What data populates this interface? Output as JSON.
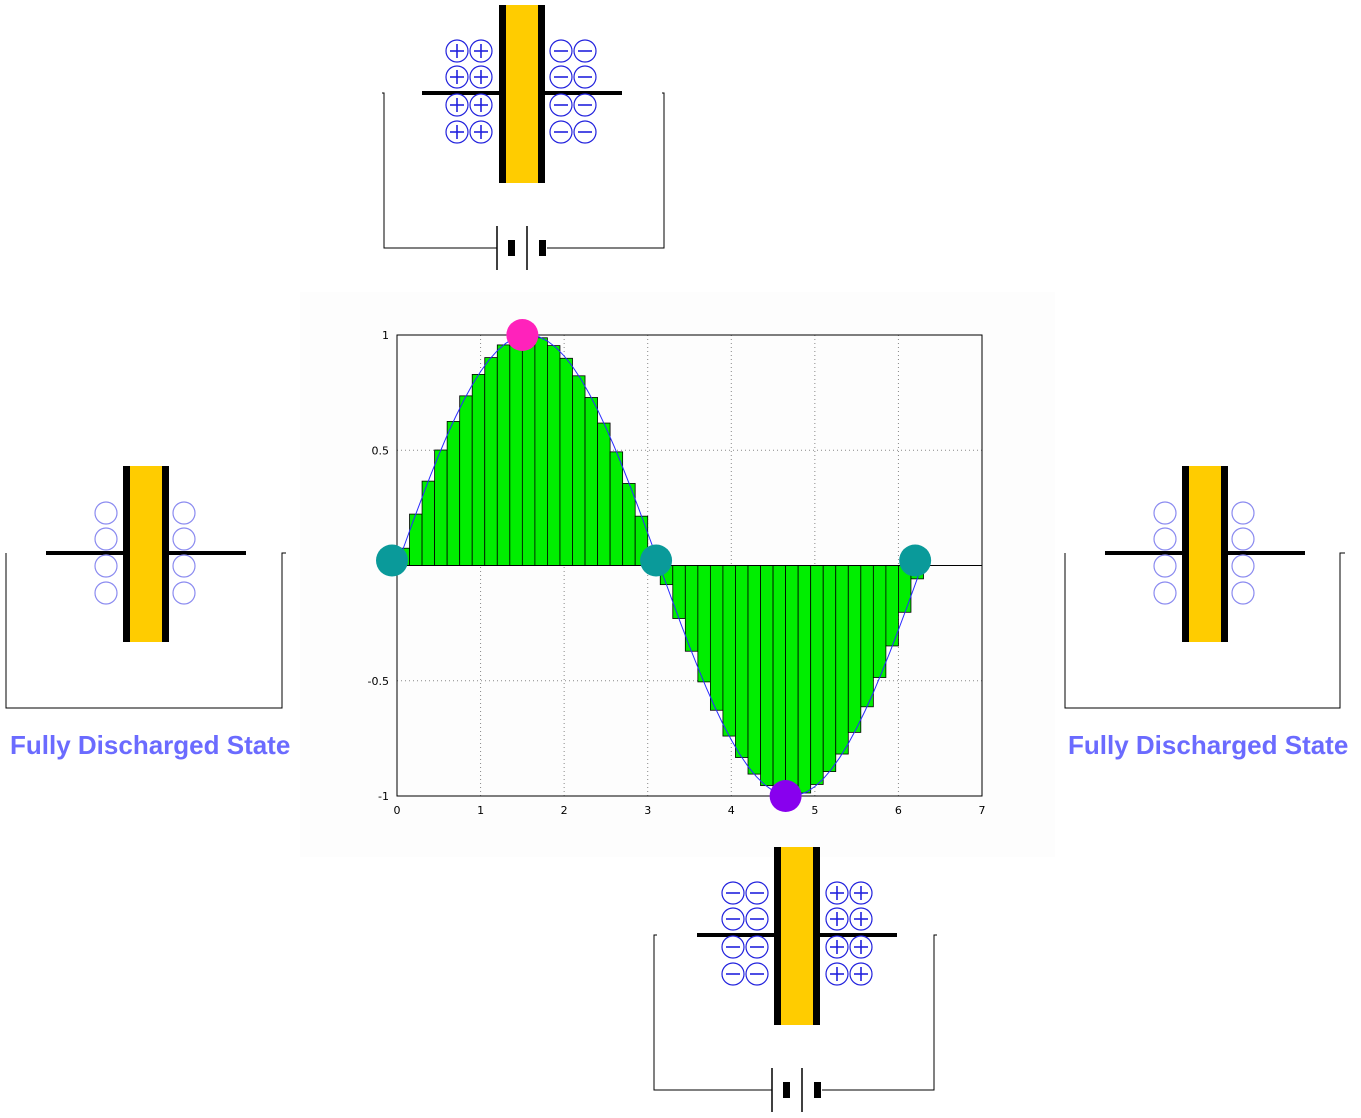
{
  "labels": {
    "left_state": "Fully Discharged State",
    "right_state": "Fully Discharged State"
  },
  "colors": {
    "label": "#6b6bff",
    "plate_fill": "#ffcc00",
    "plate_edge": "#000000",
    "charge": "#2222dd",
    "empty_charge": "#8b8bf0",
    "bar_fill": "#00ee00",
    "curve": "#2a2aff",
    "peak_marker": "#ff22bb",
    "trough_marker": "#8800ee",
    "zero_marker": "#0a9a9a"
  },
  "chart_data": {
    "type": "bar",
    "x": [
      0.075,
      0.225,
      0.375,
      0.525,
      0.675,
      0.825,
      0.975,
      1.125,
      1.275,
      1.425,
      1.575,
      1.725,
      1.875,
      2.025,
      2.175,
      2.325,
      2.475,
      2.625,
      2.775,
      2.925,
      3.075,
      3.225,
      3.375,
      3.525,
      3.675,
      3.825,
      3.975,
      4.125,
      4.275,
      4.425,
      4.575,
      4.725,
      4.875,
      5.025,
      5.175,
      5.325,
      5.475,
      5.625,
      5.775,
      5.925,
      6.075,
      6.225
    ],
    "values": [
      0.075,
      0.223,
      0.366,
      0.501,
      0.625,
      0.736,
      0.829,
      0.902,
      0.957,
      0.99,
      1.0,
      0.988,
      0.954,
      0.899,
      0.823,
      0.729,
      0.618,
      0.493,
      0.356,
      0.214,
      0.066,
      -0.083,
      -0.23,
      -0.372,
      -0.505,
      -0.628,
      -0.74,
      -0.833,
      -0.905,
      -0.955,
      -0.99,
      -1.0,
      -0.987,
      -0.95,
      -0.894,
      -0.818,
      -0.724,
      -0.613,
      -0.486,
      -0.349,
      -0.203,
      -0.058
    ],
    "xlim": [
      0,
      7
    ],
    "ylim": [
      -1,
      1
    ],
    "xticks": [
      "0",
      "1",
      "2",
      "3",
      "4",
      "5",
      "6",
      "7"
    ],
    "yticks": [
      "1",
      "0.5",
      "-0.5",
      "-1"
    ],
    "grid": true,
    "markers": [
      {
        "x": 0,
        "y": 0,
        "kind": "zero"
      },
      {
        "x": 1.5,
        "y": 1,
        "kind": "peak"
      },
      {
        "x": 3.1,
        "y": 0,
        "kind": "zero"
      },
      {
        "x": 4.65,
        "y": -1,
        "kind": "trough"
      },
      {
        "x": 6.2,
        "y": 0,
        "kind": "zero"
      }
    ]
  },
  "capacitors": [
    {
      "id": "top",
      "left_charge": "+",
      "right_charge": "-",
      "battery": true
    },
    {
      "id": "left",
      "left_charge": "",
      "right_charge": "",
      "battery": false
    },
    {
      "id": "right",
      "left_charge": "",
      "right_charge": "",
      "battery": false
    },
    {
      "id": "bottom",
      "left_charge": "-",
      "right_charge": "+",
      "battery": true
    }
  ]
}
